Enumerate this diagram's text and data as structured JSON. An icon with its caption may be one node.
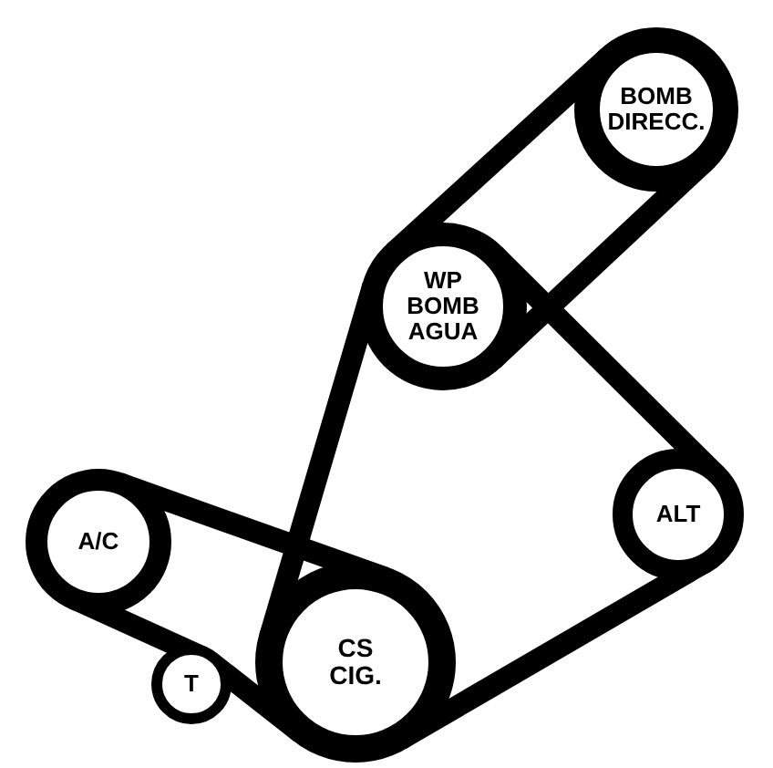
{
  "diagram": {
    "nodes": [
      {
        "text": [
          "BOMB DIRECC."
        ]
      },
      {
        "text": [
          "WP BOMB AGUA"
        ]
      },
      {
        "text": [
          "ALT"
        ]
      },
      {
        "text": [
          "A/C"
        ]
      },
      {
        "text": [
          "T"
        ]
      },
      {
        "text": [
          "CS CIG."
        ]
      }
    ],
    "edges": [
      {
        "from": 0,
        "to": 1,
        "arrow": "none"
      },
      {
        "from": 0,
        "to": 1,
        "arrow": "none"
      },
      {
        "from": 1,
        "to": 2,
        "arrow": "none"
      },
      {
        "from": 2,
        "to": 5,
        "arrow": "none"
      },
      {
        "from": 1,
        "to": 5,
        "arrow": "none"
      },
      {
        "from": 3,
        "to": 5,
        "arrow": "none"
      },
      {
        "from": 3,
        "to": 4,
        "arrow": "none"
      },
      {
        "from": 4,
        "to": 5,
        "arrow": "none"
      }
    ]
  }
}
